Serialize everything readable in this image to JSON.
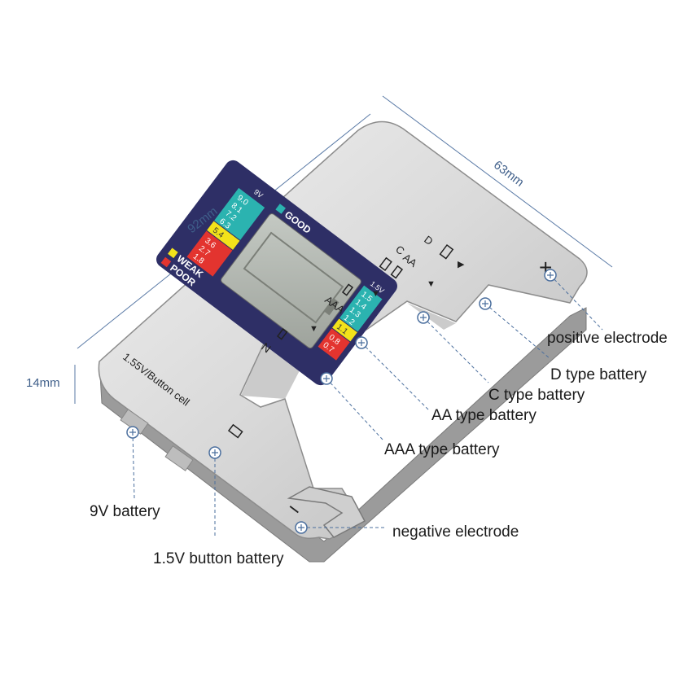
{
  "dimensions": {
    "length": "92mm",
    "width": "63mm",
    "thickness": "14mm"
  },
  "device": {
    "display": {
      "good_label": "GOOD",
      "weak_label": "WEAK",
      "poor_label": "POOR",
      "nine_v_label": "9V",
      "one_five_v_label": "1.5V",
      "nine_v_good_values": [
        "9.0",
        "8.1",
        "7.2",
        "6.3"
      ],
      "nine_v_weak_value": "5.4",
      "nine_v_poor_values": [
        "3.6",
        "2.7",
        "1.8"
      ],
      "one_five_v_good_values": [
        "1.5",
        "1.4",
        "1.3",
        "1.2"
      ],
      "one_five_v_weak_value": "1.1",
      "one_five_v_poor_values": [
        "0.8",
        "0.7"
      ]
    },
    "slot_labels": {
      "d": "D",
      "c": "C",
      "aa": "AA",
      "aaa": "AAA",
      "n": "N"
    },
    "button_cell_label": "1.55V/Button cell",
    "plus_sign": "+",
    "minus_sign": "−"
  },
  "callouts": {
    "positive_electrode": "positive electrode",
    "d_type": "D type battery",
    "c_type": "C type battery",
    "aa_type": "AA type battery",
    "aaa_type": "AAA type battery",
    "nine_v": "9V battery",
    "button": "1.5V button battery",
    "negative_electrode": "negative electrode"
  },
  "colors": {
    "good": "#2bb3b0",
    "weak": "#f2e21a",
    "poor": "#e3342f",
    "panel": "#2e2f66",
    "body_silver": "#d8d8d8",
    "dimension_line": "#3f5f8a"
  }
}
